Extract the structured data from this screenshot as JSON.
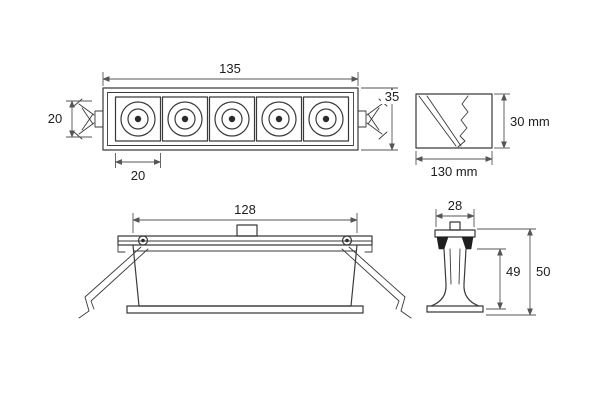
{
  "meta": {
    "type": "technical-dimension-drawing",
    "subject": "recessed linear LED downlight with 5 spot modules",
    "line_color": "#3a3a3a",
    "dimension_color": "#555555",
    "background": "#ffffff"
  },
  "plan_view": {
    "overall_width": "135",
    "overall_depth": "35",
    "clip_span": "20",
    "module_width": "20",
    "spot_count": 5
  },
  "cutout_detail": {
    "depth": "30 mm",
    "width": "130 mm"
  },
  "front_view": {
    "recess_width": "128"
  },
  "side_view": {
    "width": "28",
    "recess_depth": "49",
    "overall_height": "50"
  }
}
